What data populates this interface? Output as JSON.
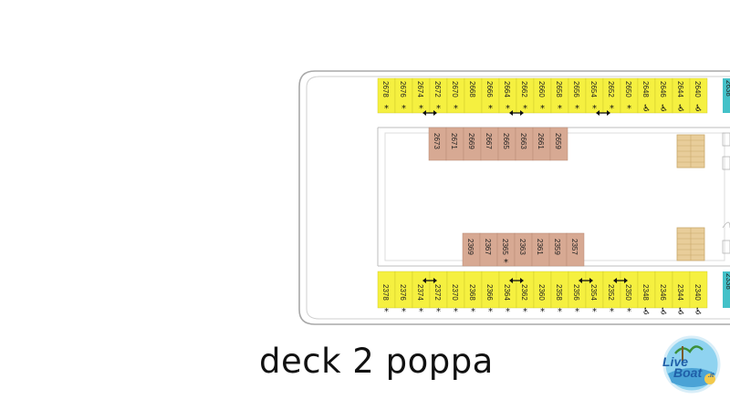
{
  "caption": "deck 2 poppa",
  "logo": {
    "word1": "Live",
    "word2": "Boat",
    "suffix": ".it"
  },
  "colors": {
    "standard_cabin": "#f5f040",
    "inside_cabin": "#d7a993",
    "adjacent_zone": "#43c1c8",
    "hull_outline": "#a8a8a8",
    "staircase": "#e8cd9a"
  },
  "top_row": [
    {
      "num": "2678",
      "star": true
    },
    {
      "num": "2676",
      "star": true
    },
    {
      "num": "2674",
      "star": true
    },
    {
      "num": "2672",
      "star": true
    },
    {
      "num": "2670",
      "star": true
    },
    {
      "num": "2668",
      "star": false
    },
    {
      "num": "2666",
      "star": true
    },
    {
      "num": "2664",
      "star": true
    },
    {
      "num": "2662",
      "star": true
    },
    {
      "num": "2660",
      "star": true
    },
    {
      "num": "2658",
      "star": true
    },
    {
      "num": "2656",
      "star": true
    },
    {
      "num": "2654",
      "star": true
    },
    {
      "num": "2652",
      "star": true
    },
    {
      "num": "2650",
      "star": true
    },
    {
      "num": "2648",
      "wheelchair": true
    },
    {
      "num": "2646",
      "wheelchair": true
    },
    {
      "num": "2644",
      "wheelchair": true
    },
    {
      "num": "2640",
      "wheelchair": true
    }
  ],
  "top_edge_label": "2638",
  "bottom_row": [
    {
      "num": "2378",
      "star": true
    },
    {
      "num": "2376",
      "star": true
    },
    {
      "num": "2374",
      "star": true
    },
    {
      "num": "2372",
      "star": true
    },
    {
      "num": "2370",
      "star": true
    },
    {
      "num": "2368",
      "star": true
    },
    {
      "num": "2366",
      "star": true
    },
    {
      "num": "2364",
      "star": true
    },
    {
      "num": "2362",
      "star": true
    },
    {
      "num": "2360",
      "star": true
    },
    {
      "num": "2358",
      "star": true
    },
    {
      "num": "2356",
      "star": true
    },
    {
      "num": "2354",
      "star": true
    },
    {
      "num": "2352",
      "star": true
    },
    {
      "num": "2350",
      "star": true
    },
    {
      "num": "2348",
      "wheelchair": true
    },
    {
      "num": "2346",
      "wheelchair": true
    },
    {
      "num": "2344",
      "wheelchair": true
    },
    {
      "num": "2340",
      "wheelchair": true
    }
  ],
  "bottom_edge_label": "2338",
  "inside_top": [
    "2673",
    "2671",
    "2669",
    "2667",
    "2665",
    "2663",
    "2661",
    "2659"
  ],
  "inside_bottom": [
    {
      "num": "2369",
      "star": false
    },
    {
      "num": "2367",
      "star": false
    },
    {
      "num": "2365",
      "star": true
    },
    {
      "num": "2363",
      "star": false
    },
    {
      "num": "2361",
      "star": false
    },
    {
      "num": "2359",
      "star": false
    },
    {
      "num": "2357",
      "star": false
    }
  ],
  "connecting_pairs": {
    "top": [
      2,
      7,
      12
    ],
    "bottom": [
      2,
      7,
      11,
      13
    ]
  }
}
